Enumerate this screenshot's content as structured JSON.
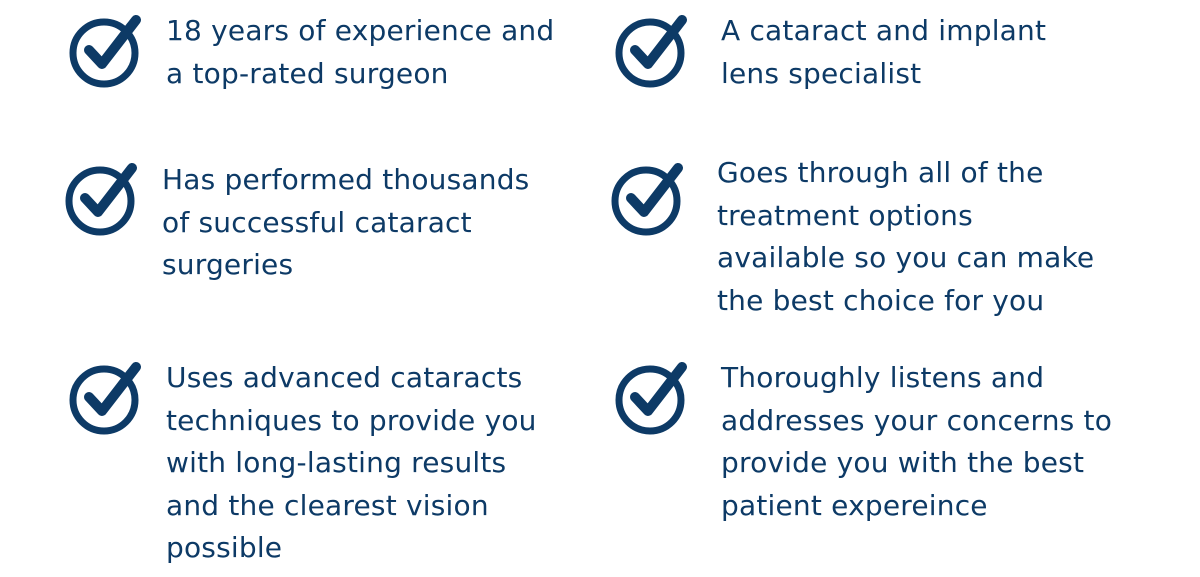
{
  "features": [
    {
      "text": "18 years of experience and\na top-rated surgeon",
      "icon": "check-circle-icon"
    },
    {
      "text": "A cataract and implant\nlens specialist",
      "icon": "check-circle-icon"
    },
    {
      "text": "Has performed thousands\nof successful cataract\nsurgeries",
      "icon": "check-circle-icon"
    },
    {
      "text": "Goes through all of the\ntreatment options\navailable so you can make\nthe best choice for you",
      "icon": "check-circle-icon"
    },
    {
      "text": "Uses advanced cataracts\ntechniques to provide you\nwith long-lasting results\nand the clearest vision\npossible",
      "icon": "check-circle-icon"
    },
    {
      "text": "Thoroughly listens and\naddresses your concerns to\nprovide you with the best\npatient expereince",
      "icon": "check-circle-icon"
    }
  ],
  "colors": {
    "primary": "#0d3a66",
    "background": "#ffffff"
  }
}
